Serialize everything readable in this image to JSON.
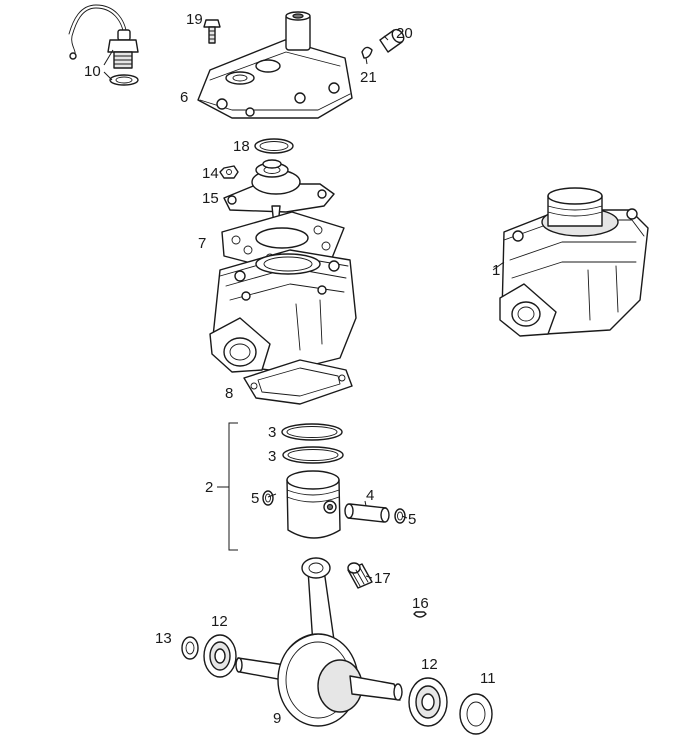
{
  "callouts": {
    "c1": "1",
    "c2": "2",
    "c3a": "3",
    "c3b": "3",
    "c4": "4",
    "c5a": "5",
    "c5b": "5",
    "c6": "6",
    "c7": "7",
    "c8": "8",
    "c9": "9",
    "c10": "10",
    "c11": "11",
    "c12a": "12",
    "c12b": "12",
    "c13": "13",
    "c14": "14",
    "c15": "15",
    "c16": "16",
    "c17": "17",
    "c18": "18",
    "c19": "19",
    "c20": "20",
    "c21": "21"
  },
  "colors": {
    "line": "#1a1a1a",
    "background": "#ffffff",
    "shade": "#e6e6e6"
  }
}
